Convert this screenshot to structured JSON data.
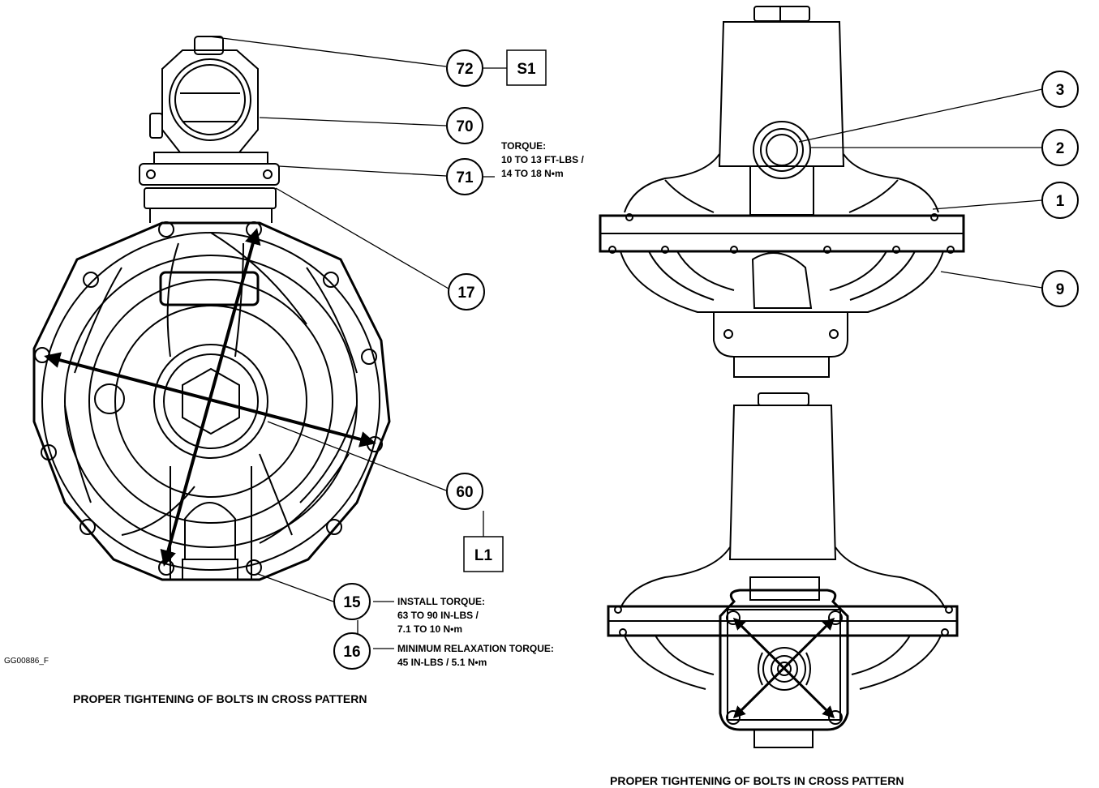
{
  "bubbles": {
    "b72": "72",
    "b70": "70",
    "b71": "71",
    "b17": "17",
    "b60": "60",
    "b15": "15",
    "b16": "16",
    "b3": "3",
    "b2": "2",
    "b1": "1",
    "b9": "9"
  },
  "boxes": {
    "s1": "S1",
    "l1": "L1"
  },
  "notes": {
    "torque_title": "TORQUE:",
    "torque_line1": "10 TO 13 FT-LBS /",
    "torque_line2": "14 TO 18 N•m",
    "install_title": "INSTALL TORQUE:",
    "install_line1": "63 TO 90 IN-LBS /",
    "install_line2": "7.1 TO 10 N•m",
    "relax_title": "MINIMUM RELAXATION TORQUE:",
    "relax_line1": "45 IN-LBS / 5.1 N•m"
  },
  "drawing_code": "GG00886_F",
  "captions": {
    "left": "PROPER TIGHTENING OF BOLTS IN CROSS PATTERN",
    "right": "PROPER TIGHTENING OF BOLTS IN CROSS PATTERN"
  }
}
